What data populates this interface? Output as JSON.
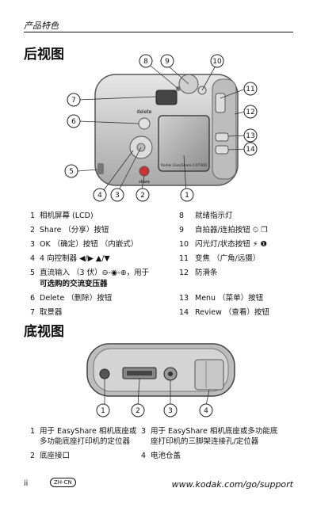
{
  "header": {
    "section": "产品特色"
  },
  "rear_view": {
    "title": "后视图",
    "callouts": [
      "8",
      "9",
      "10",
      "7",
      "11",
      "12",
      "6",
      "13",
      "14",
      "5",
      "4",
      "3",
      "2",
      "1"
    ],
    "left_items": [
      {
        "num": "1",
        "text": "相机屏幕 (LCD)"
      },
      {
        "num": "2",
        "text": "Share （分享）按钮"
      },
      {
        "num": "3",
        "text": "OK （确定）按钮 （内嵌式）"
      },
      {
        "num": "4",
        "text": "4 向控制器 ◀/▶ ▲/▼"
      },
      {
        "num": "5",
        "text": "直流输入 （3 伏）⊖-◉-⊕，用于"
      },
      {
        "num": "",
        "text": "可选购的交流变压器"
      },
      {
        "num": "6",
        "text": "Delete （删除）按钮"
      },
      {
        "num": "7",
        "text": "取景器"
      }
    ],
    "right_items": [
      {
        "num": "8",
        "text": "就绪指示灯"
      },
      {
        "num": "9",
        "text": "自拍器/连拍按钮 ⏲ ❐"
      },
      {
        "num": "10",
        "text": "闪光灯/状态按钮 ⚡ ❶"
      },
      {
        "num": "11",
        "text": "变焦 （广角/远摄）"
      },
      {
        "num": "12",
        "text": "防滑条"
      },
      {
        "num": "13",
        "text": "Menu （菜单）按钮"
      },
      {
        "num": "14",
        "text": "Review （查看）按钮"
      }
    ],
    "camera_labels": {
      "delete": "delete",
      "brand": "Kodak EasyShare CX7300",
      "share": "share"
    }
  },
  "bottom_view": {
    "title": "底视图",
    "callouts": [
      "1",
      "2",
      "3",
      "4"
    ],
    "left_items": [
      {
        "num": "1",
        "text": "用于 EasyShare 相机底座或"
      },
      {
        "num": "",
        "text": "多功能底座打印机的定位器"
      },
      {
        "num": "2",
        "text": "底座接口"
      }
    ],
    "right_items": [
      {
        "num": "3",
        "text": "用于 EasyShare 相机底座或多功能底"
      },
      {
        "num": "",
        "text": "座打印机的三脚架连接孔/定位器"
      },
      {
        "num": "4",
        "text": "电池仓盖"
      }
    ]
  },
  "footer": {
    "page": "ii",
    "lang": "ZH-CN",
    "url": "www.kodak.com/go/support"
  }
}
